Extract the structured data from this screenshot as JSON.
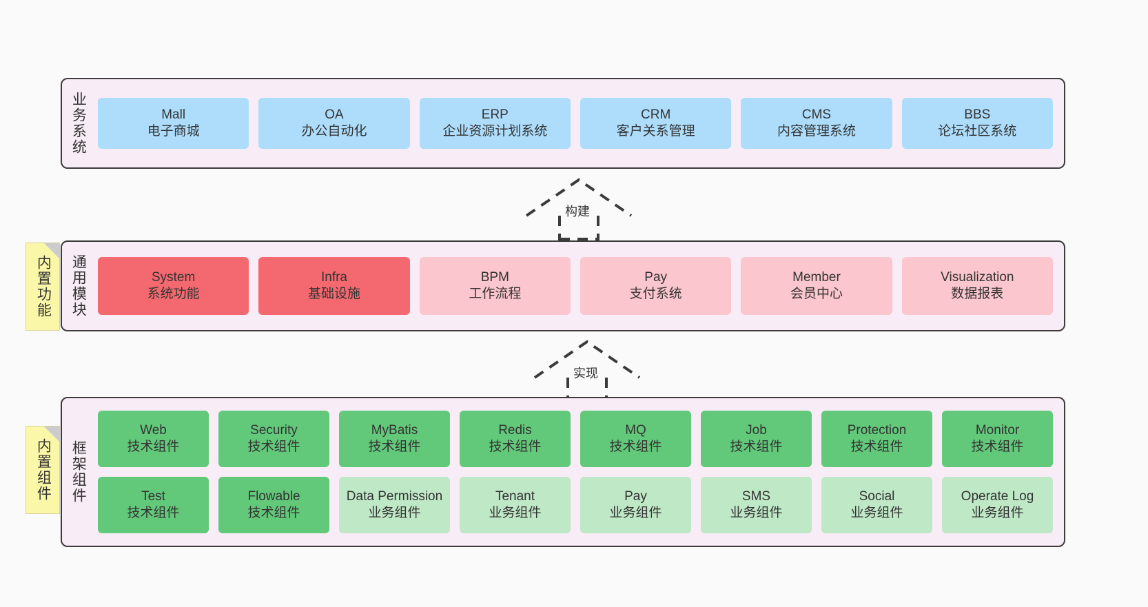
{
  "layers": [
    {
      "id": "business",
      "title": "业务系统",
      "rows": [
        [
          {
            "t1": "Mall",
            "t2": "电子商城",
            "color": "#ADDDFB"
          },
          {
            "t1": "OA",
            "t2": "办公自动化",
            "color": "#ADDDFB"
          },
          {
            "t1": "ERP",
            "t2": "企业资源计划系统",
            "color": "#ADDDFB"
          },
          {
            "t1": "CRM",
            "t2": "客户关系管理",
            "color": "#ADDDFB"
          },
          {
            "t1": "CMS",
            "t2": "内容管理系统",
            "color": "#ADDDFB"
          },
          {
            "t1": "BBS",
            "t2": "论坛社区系统",
            "color": "#ADDDFB"
          }
        ]
      ]
    },
    {
      "id": "modules",
      "title": "通用模块",
      "rows": [
        [
          {
            "t1": "System",
            "t2": "系统功能",
            "color": "#F4696F"
          },
          {
            "t1": "Infra",
            "t2": "基础设施",
            "color": "#F4696F"
          },
          {
            "t1": "BPM",
            "t2": "工作流程",
            "color": "#FBC6CD"
          },
          {
            "t1": "Pay",
            "t2": "支付系统",
            "color": "#FBC6CD"
          },
          {
            "t1": "Member",
            "t2": "会员中心",
            "color": "#FBC6CD"
          },
          {
            "t1": "Visualization",
            "t2": "数据报表",
            "color": "#FBC6CD"
          }
        ]
      ]
    },
    {
      "id": "framework",
      "title": "框架组件",
      "rows": [
        [
          {
            "t1": "Web",
            "t2": "技术组件",
            "color": "#63C97A"
          },
          {
            "t1": "Security",
            "t2": "技术组件",
            "color": "#63C97A"
          },
          {
            "t1": "MyBatis",
            "t2": "技术组件",
            "color": "#63C97A"
          },
          {
            "t1": "Redis",
            "t2": "技术组件",
            "color": "#63C97A"
          },
          {
            "t1": "MQ",
            "t2": "技术组件",
            "color": "#63C97A"
          },
          {
            "t1": "Job",
            "t2": "技术组件",
            "color": "#63C97A"
          },
          {
            "t1": "Protection",
            "t2": "技术组件",
            "color": "#63C97A"
          },
          {
            "t1": "Monitor",
            "t2": "技术组件",
            "color": "#63C97A"
          }
        ],
        [
          {
            "t1": "Test",
            "t2": "技术组件",
            "color": "#63C97A"
          },
          {
            "t1": "Flowable",
            "t2": "技术组件",
            "color": "#63C97A"
          },
          {
            "t1": "Data Permission",
            "t2": "业务组件",
            "color": "#BFE8C6"
          },
          {
            "t1": "Tenant",
            "t2": "业务组件",
            "color": "#BFE8C6"
          },
          {
            "t1": "Pay",
            "t2": "业务组件",
            "color": "#BFE8C6"
          },
          {
            "t1": "SMS",
            "t2": "业务组件",
            "color": "#BFE8C6"
          },
          {
            "t1": "Social",
            "t2": "业务组件",
            "color": "#BFE8C6"
          },
          {
            "t1": "Operate Log",
            "t2": "业务组件",
            "color": "#BFE8C6"
          }
        ]
      ]
    }
  ],
  "notes": [
    {
      "id": "functions",
      "text": "内置功能"
    },
    {
      "id": "components",
      "text": "内置组件"
    }
  ],
  "arrows": [
    {
      "id": "build",
      "label": "构建"
    },
    {
      "id": "impl",
      "label": "实现"
    }
  ],
  "colors": {
    "layer_background": "#F8ECF6",
    "layer_border": "#3B3B3B",
    "note_background": "#FBF7A8",
    "business_cell": "#ADDDFB",
    "module_primary": "#F4696F",
    "module_secondary": "#FBC6CD",
    "framework_tech": "#63C97A",
    "framework_business": "#BFE8C6",
    "page_background": "#FAFAFA"
  }
}
